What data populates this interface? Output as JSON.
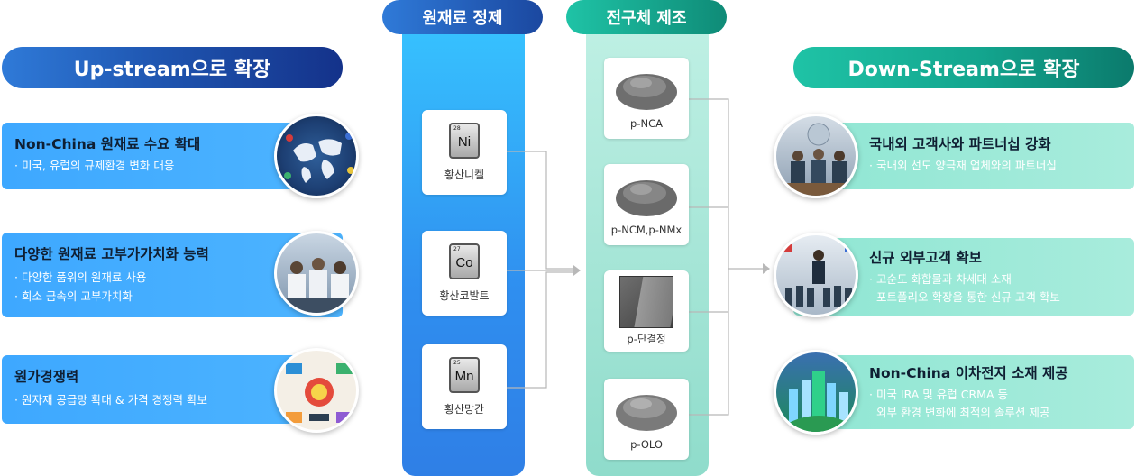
{
  "headers": {
    "upstream": "Up-stream으로 확장",
    "downstream": "Down-Stream으로 확장",
    "raw_refine": "원재료 정제",
    "precursor": "전구체 제조"
  },
  "left_cards": [
    {
      "title": "Non-China 원재료 수요 확대",
      "bullets": [
        "· 미국, 유럽의 규제환경 변화 대응"
      ]
    },
    {
      "title": "다양한 원재료 고부가가치화 능력",
      "bullets": [
        "· 다양한 품위의 원재료 사용",
        "· 희소 금속의 고부가치화"
      ]
    },
    {
      "title": "원가경쟁력",
      "bullets": [
        "· 원자재 공급망 확대 & 가격 경쟁력 확보"
      ]
    }
  ],
  "right_cards": [
    {
      "title": "국내외 고객사와 파트너십 강화",
      "bullets": [
        "· 국내외 선도 양극재 업체와의 파트너십"
      ]
    },
    {
      "title": "신규 외부고객 확보",
      "bullets": [
        "· 고순도 화합물과 차세대 소재",
        "포트폴리오 확장을 통한 신규 고객 확보"
      ]
    },
    {
      "title": "Non-China 이차전지 소재 제공",
      "bullets": [
        "· 미국 IRA 및 유럽 CRMA 등",
        "외부 환경 변화에 최적의 솔루션 제공"
      ]
    }
  ],
  "raw_materials": [
    {
      "number": "28",
      "symbol": "Ni",
      "label": "황산니켈"
    },
    {
      "number": "27",
      "symbol": "Co",
      "label": "황산코발트"
    },
    {
      "number": "25",
      "symbol": "Mn",
      "label": "황산망간"
    }
  ],
  "precursors": [
    {
      "label": "p-NCA",
      "kind": "powder"
    },
    {
      "label": "p-NCM,p-NMx",
      "kind": "powder"
    },
    {
      "label": "p-단결정",
      "kind": "crystal"
    },
    {
      "label": "p-OLO",
      "kind": "powder"
    }
  ],
  "colors": {
    "upstream_accent": "#1f56b1",
    "downstream_accent": "#13a58e",
    "left_card": "#3ea8ff",
    "right_card": "#8fe6d3"
  }
}
